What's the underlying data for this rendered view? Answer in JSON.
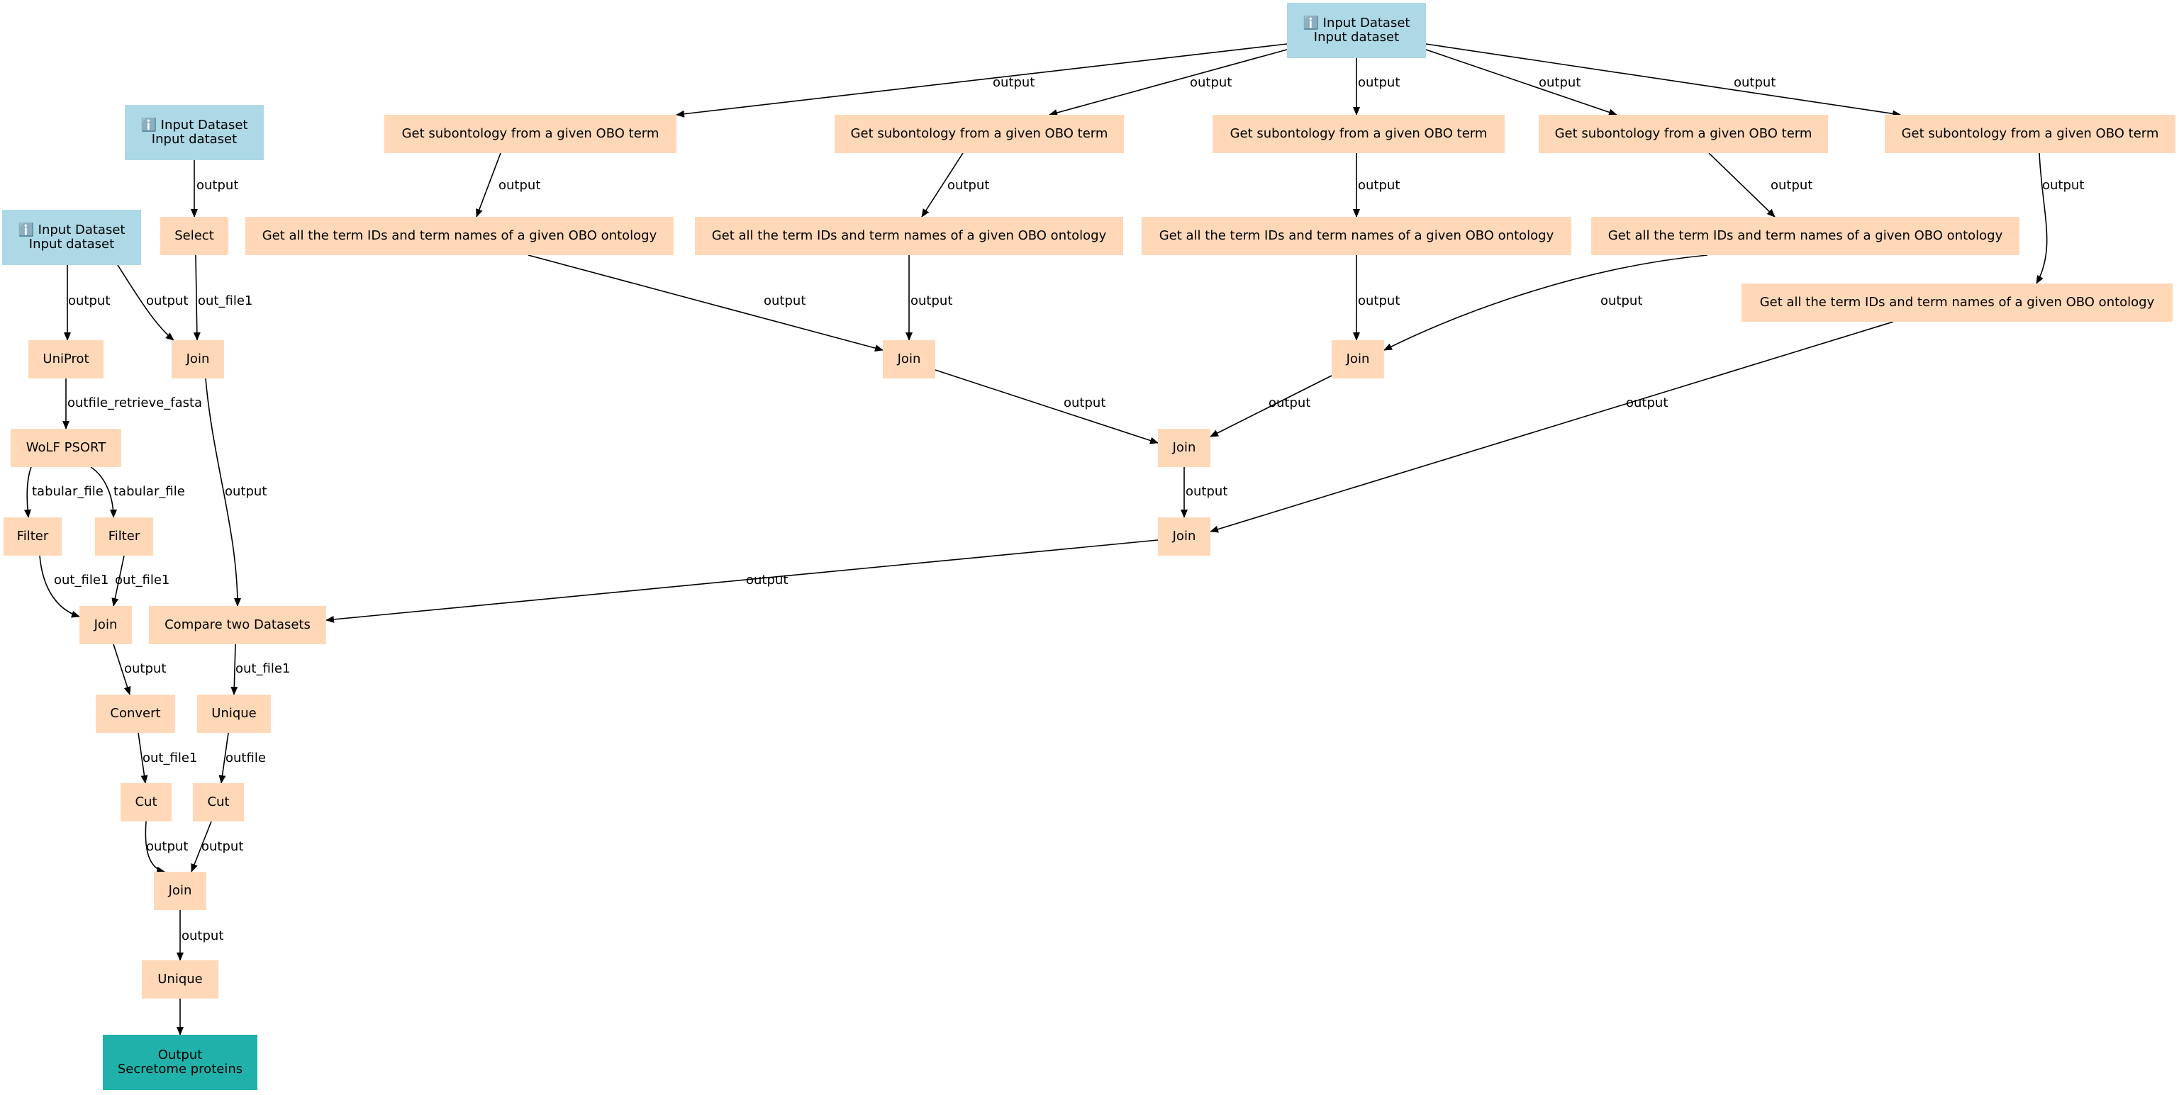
{
  "colors": {
    "input": "#add8e6",
    "tool": "#ffd8b8",
    "output": "#20b2aa",
    "edge": "#000000"
  },
  "nodes": [
    {
      "id": "in_top",
      "kind": "input",
      "icon": "info-icon",
      "lines": [
        "ℹ️ Input Dataset",
        "Input dataset"
      ]
    },
    {
      "id": "in_mid",
      "kind": "input",
      "icon": "info-icon",
      "lines": [
        "ℹ️ Input Dataset",
        "Input dataset"
      ]
    },
    {
      "id": "in_left",
      "kind": "input",
      "icon": "info-icon",
      "lines": [
        "ℹ️ Input Dataset",
        "Input dataset"
      ]
    },
    {
      "id": "sub1",
      "kind": "tool",
      "lines": [
        "Get subontology from a given OBO term"
      ]
    },
    {
      "id": "sub2",
      "kind": "tool",
      "lines": [
        "Get subontology from a given OBO term"
      ]
    },
    {
      "id": "sub3",
      "kind": "tool",
      "lines": [
        "Get subontology from a given OBO term"
      ]
    },
    {
      "id": "sub4",
      "kind": "tool",
      "lines": [
        "Get subontology from a given OBO term"
      ]
    },
    {
      "id": "sub5",
      "kind": "tool",
      "lines": [
        "Get subontology from a given OBO term"
      ]
    },
    {
      "id": "ids1",
      "kind": "tool",
      "lines": [
        "Get all the term IDs and term names of a given OBO ontology"
      ]
    },
    {
      "id": "ids2",
      "kind": "tool",
      "lines": [
        "Get all the term IDs and term names of a given OBO ontology"
      ]
    },
    {
      "id": "ids3",
      "kind": "tool",
      "lines": [
        "Get all the term IDs and term names of a given OBO ontology"
      ]
    },
    {
      "id": "ids4",
      "kind": "tool",
      "lines": [
        "Get all the term IDs and term names of a given OBO ontology"
      ]
    },
    {
      "id": "ids5",
      "kind": "tool",
      "lines": [
        "Get all the term IDs and term names of a given OBO ontology"
      ]
    },
    {
      "id": "select",
      "kind": "tool",
      "lines": [
        "Select"
      ]
    },
    {
      "id": "uniprot",
      "kind": "tool",
      "lines": [
        "UniProt"
      ]
    },
    {
      "id": "joinA",
      "kind": "tool",
      "lines": [
        "Join"
      ]
    },
    {
      "id": "join12",
      "kind": "tool",
      "lines": [
        "Join"
      ]
    },
    {
      "id": "join34",
      "kind": "tool",
      "lines": [
        "Join"
      ]
    },
    {
      "id": "joinMid",
      "kind": "tool",
      "lines": [
        "Join"
      ]
    },
    {
      "id": "joinBig",
      "kind": "tool",
      "lines": [
        "Join"
      ]
    },
    {
      "id": "wolf",
      "kind": "tool",
      "lines": [
        "WoLF PSORT"
      ]
    },
    {
      "id": "filter1",
      "kind": "tool",
      "lines": [
        "Filter"
      ]
    },
    {
      "id": "filter2",
      "kind": "tool",
      "lines": [
        "Filter"
      ]
    },
    {
      "id": "joinF",
      "kind": "tool",
      "lines": [
        "Join"
      ]
    },
    {
      "id": "compare",
      "kind": "tool",
      "lines": [
        "Compare two Datasets"
      ]
    },
    {
      "id": "convert",
      "kind": "tool",
      "lines": [
        "Convert"
      ]
    },
    {
      "id": "unique1",
      "kind": "tool",
      "lines": [
        "Unique"
      ]
    },
    {
      "id": "cut1",
      "kind": "tool",
      "lines": [
        "Cut"
      ]
    },
    {
      "id": "cut2",
      "kind": "tool",
      "lines": [
        "Cut"
      ]
    },
    {
      "id": "joinFinal",
      "kind": "tool",
      "lines": [
        "Join"
      ]
    },
    {
      "id": "unique2",
      "kind": "tool",
      "lines": [
        "Unique"
      ]
    },
    {
      "id": "out",
      "kind": "output",
      "lines": [
        "Output",
        "Secretome proteins"
      ]
    }
  ],
  "edges": [
    {
      "from": "in_top",
      "to": "sub1",
      "label": "output"
    },
    {
      "from": "in_top",
      "to": "sub2",
      "label": "output"
    },
    {
      "from": "in_top",
      "to": "sub3",
      "label": "output"
    },
    {
      "from": "in_top",
      "to": "sub4",
      "label": "output"
    },
    {
      "from": "in_top",
      "to": "sub5",
      "label": "output"
    },
    {
      "from": "sub1",
      "to": "ids1",
      "label": "output"
    },
    {
      "from": "sub2",
      "to": "ids2",
      "label": "output"
    },
    {
      "from": "sub3",
      "to": "ids3",
      "label": "output"
    },
    {
      "from": "sub4",
      "to": "ids4",
      "label": "output"
    },
    {
      "from": "sub5",
      "to": "ids5",
      "label": "output"
    },
    {
      "from": "in_mid",
      "to": "select",
      "label": "output"
    },
    {
      "from": "in_left",
      "to": "uniprot",
      "label": "output"
    },
    {
      "from": "in_left",
      "to": "joinA",
      "label": "output"
    },
    {
      "from": "select",
      "to": "joinA",
      "label": "out_file1"
    },
    {
      "from": "ids1",
      "to": "join12",
      "label": "output"
    },
    {
      "from": "ids2",
      "to": "join12",
      "label": "output"
    },
    {
      "from": "ids3",
      "to": "join34",
      "label": "output"
    },
    {
      "from": "ids4",
      "to": "join34",
      "label": "output"
    },
    {
      "from": "uniprot",
      "to": "wolf",
      "label": "outfile_retrieve_fasta"
    },
    {
      "from": "join12",
      "to": "joinMid",
      "label": "output"
    },
    {
      "from": "join34",
      "to": "joinMid",
      "label": "output"
    },
    {
      "from": "joinA",
      "to": "compare",
      "label": "output"
    },
    {
      "from": "wolf",
      "to": "filter1",
      "label": "tabular_file"
    },
    {
      "from": "wolf",
      "to": "filter2",
      "label": "tabular_file"
    },
    {
      "from": "joinMid",
      "to": "joinBig",
      "label": "output"
    },
    {
      "from": "ids5",
      "to": "joinBig",
      "label": "output"
    },
    {
      "from": "filter1",
      "to": "joinF",
      "label": "out_file1"
    },
    {
      "from": "filter2",
      "to": "joinF",
      "label": "out_file1"
    },
    {
      "from": "joinBig",
      "to": "compare",
      "label": "output"
    },
    {
      "from": "joinF",
      "to": "convert",
      "label": "output"
    },
    {
      "from": "compare",
      "to": "unique1",
      "label": "out_file1"
    },
    {
      "from": "convert",
      "to": "cut1",
      "label": "out_file1"
    },
    {
      "from": "unique1",
      "to": "cut2",
      "label": "outfile"
    },
    {
      "from": "cut1",
      "to": "joinFinal",
      "label": "output"
    },
    {
      "from": "cut2",
      "to": "joinFinal",
      "label": "output"
    },
    {
      "from": "joinFinal",
      "to": "unique2",
      "label": "output"
    },
    {
      "from": "unique2",
      "to": "out",
      "label": ""
    }
  ]
}
